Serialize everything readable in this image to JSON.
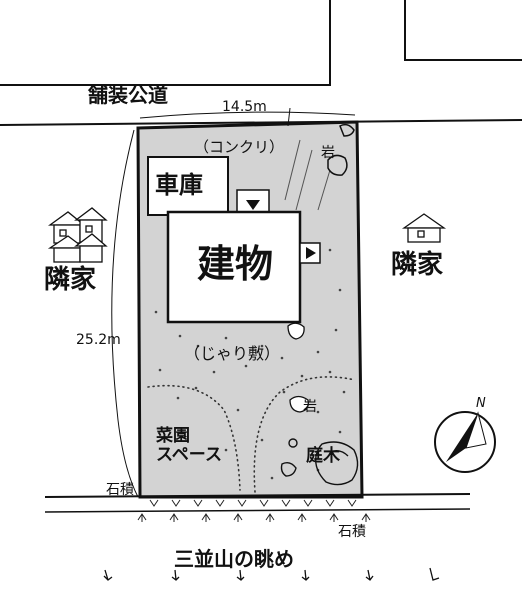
{
  "labels": {
    "road": "舗装公道",
    "width": "14.5m",
    "depth": "25.2m",
    "concrete": "（コンクリ）",
    "rock_top": "岩",
    "garage": "車庫",
    "building": "建物",
    "neighbor_left": "隣家",
    "neighbor_right": "隣家",
    "gravel": "（じゃり敷）",
    "rock_mid": "岩",
    "garden_line1": "菜園",
    "garden_line2": "スペース",
    "garden_tree": "庭木",
    "stone_wall_left": "石積",
    "stone_wall_right": "石積",
    "view": "三並山の眺め",
    "north": "N"
  },
  "colors": {
    "lot_fill": "#d3d3d3",
    "line": "#111111",
    "building_fill": "#ffffff"
  }
}
